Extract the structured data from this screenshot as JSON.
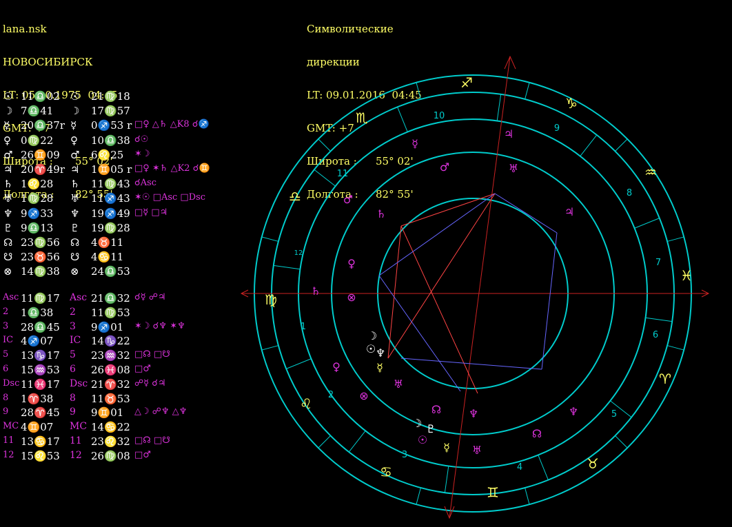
{
  "natal_header": {
    "name": "lana.nsk",
    "city": "НОВОСИБИРСК",
    "lt": "LT: 05.10.1975  04:45",
    "gmt": "GMT: +7",
    "lat_label": "Широта :",
    "lat_value": "55° 02'",
    "lon_label": "Долгота :",
    "lon_value": "82° 55'"
  },
  "dir_header": {
    "title1": "Символические",
    "title2": "дирекции",
    "lt": "LT: 09.01.2016  04:45",
    "gmt": "GMT: +7",
    "lat_label": "Широта :",
    "lat_value": "55° 02'",
    "lon_label": "Долгота :",
    "lon_value": "82° 55'"
  },
  "planets": [
    {
      "glyph": "☉",
      "natal": "11♎02",
      "dir_glyph": "☉",
      "dir": "21♍18",
      "aspects": ""
    },
    {
      "glyph": "☽",
      "natal": "7♎41",
      "dir_glyph": "☽",
      "dir": "17♍57",
      "aspects": ""
    },
    {
      "glyph": "☿",
      "natal": "20♎37r",
      "dir_glyph": "☿",
      "dir": "0♐53 r",
      "aspects": "□♀ △♄ △K8 ☌♐"
    },
    {
      "glyph": "♀",
      "natal": "0♍22",
      "dir_glyph": "♀",
      "dir": "10♎38",
      "aspects": "☌☉"
    },
    {
      "glyph": "♂",
      "natal": "26♊09",
      "dir_glyph": "♂",
      "dir": "6♌25",
      "aspects": "✶☽"
    },
    {
      "glyph": "♃",
      "natal": "20♈49r",
      "dir_glyph": "♃",
      "dir": "1♊05 r",
      "aspects": "□♀ ✶♄ △K2 ☌♊"
    },
    {
      "glyph": "♄",
      "natal": "1♌28",
      "dir_glyph": "♄",
      "dir": "11♍43",
      "aspects": "☌Asc"
    },
    {
      "glyph": "♅",
      "natal": "1♍28",
      "dir_glyph": "♅",
      "dir": "11♐43",
      "aspects": "✶☉ □Asc □Dsc"
    },
    {
      "glyph": "♆",
      "natal": "9♐33",
      "dir_glyph": "♆",
      "dir": "19♐49",
      "aspects": "□☿ □♃"
    },
    {
      "glyph": "♇",
      "natal": "9♎13",
      "dir_glyph": "♇",
      "dir": "19♍28",
      "aspects": ""
    },
    {
      "glyph": "☊",
      "natal": "23♍56",
      "dir_glyph": "☊",
      "dir": "4♉11",
      "aspects": ""
    },
    {
      "glyph": "☋",
      "natal": "23♉56",
      "dir_glyph": "☋",
      "dir": "4♋11",
      "aspects": ""
    },
    {
      "glyph": "⊗",
      "natal": "14♍38",
      "dir_glyph": "⊗",
      "dir": "24♎53",
      "aspects": ""
    }
  ],
  "houses": [
    {
      "label": "Asc",
      "natal": "11♍17",
      "dir_label": "Asc",
      "dir": "21♎32",
      "aspects": "☌☿ ☍♃"
    },
    {
      "label": "2",
      "natal": "1♎38",
      "dir_label": "2",
      "dir": "11♍53",
      "aspects": ""
    },
    {
      "label": "3",
      "natal": "28♎45",
      "dir_label": "3",
      "dir": "9♐01",
      "aspects": "✶☽ ☌♆ ✶♆"
    },
    {
      "label": "IC",
      "natal": "4♐07",
      "dir_label": "IC",
      "dir": "14♑22",
      "aspects": ""
    },
    {
      "label": "5",
      "natal": "13♑17",
      "dir_label": "5",
      "dir": "23♒32",
      "aspects": "□☊ □☋"
    },
    {
      "label": "6",
      "natal": "15♒53",
      "dir_label": "6",
      "dir": "26♓08",
      "aspects": "□♂"
    },
    {
      "label": "Dsc",
      "natal": "11♓17",
      "dir_label": "Dsc",
      "dir": "21♈32",
      "aspects": "☍☿ ☌♃"
    },
    {
      "label": "8",
      "natal": "1♈38",
      "dir_label": "8",
      "dir": "11♉53",
      "aspects": ""
    },
    {
      "label": "9",
      "natal": "28♈45",
      "dir_label": "9",
      "dir": "9♊01",
      "aspects": "△☽ ☍♆ △♆"
    },
    {
      "label": "MC",
      "natal": "4♊07",
      "dir_label": "MC",
      "dir": "14♋22",
      "aspects": ""
    },
    {
      "label": "11",
      "natal": "13♋17",
      "dir_label": "11",
      "dir": "23♌32",
      "aspects": "□☊ □☋"
    },
    {
      "label": "12",
      "natal": "15♌53",
      "dir_label": "12",
      "dir": "26♍08",
      "aspects": "□♂"
    }
  ],
  "colors": {
    "header": "#ffff66",
    "glyph": "#ffffff",
    "house_label": "#dd33dd",
    "aspect": "#dd33dd",
    "aspect_hard": "#ff4444",
    "aspect_soft": "#6666ff",
    "wheel": "#00cccc",
    "axis": "#cc2222"
  },
  "wheel": {
    "signs": [
      "♍",
      "♌",
      "♋",
      "♊",
      "♉",
      "♈",
      "♓",
      "♒",
      "♑",
      "♐",
      "♏",
      "♎"
    ],
    "house_numbers": [
      "1",
      "2",
      "3",
      "4",
      "5",
      "6",
      "7",
      "8",
      "9",
      "10",
      "11",
      "12"
    ],
    "outer_planets": [
      "♃",
      "☿",
      "♂",
      "♅",
      "♄",
      "♀",
      "♄",
      "⊗",
      "☽",
      "☉",
      "♆",
      "☿",
      "♀",
      "⊗",
      "♅",
      "♂",
      "☊",
      "♆",
      "♆",
      "☊",
      "☽",
      "♇",
      "☉",
      "☿",
      "♅"
    ]
  }
}
